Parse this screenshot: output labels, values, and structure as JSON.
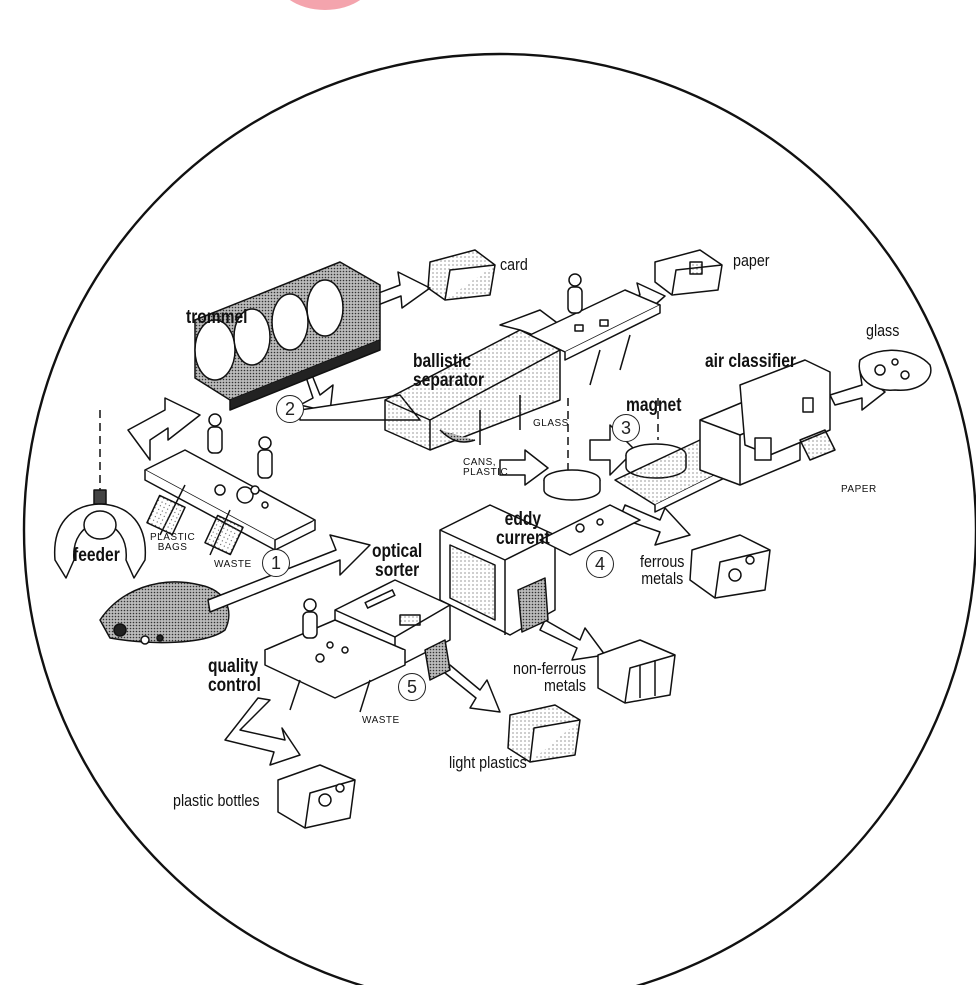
{
  "colors": {
    "ink": "#111111",
    "paper": "#ffffff",
    "top_accent": "#f4a4ad"
  },
  "labels": {
    "trommel": "trommel",
    "card": "card",
    "paper": "paper",
    "ballistic_separator": "ballistic\nseparator",
    "glass": "glass",
    "air_classifier": "air classifier",
    "magnet": "magnet",
    "feeder": "feeder",
    "eddy_current": "eddy\ncurrent",
    "optical_sorter": "optical\nsorter",
    "ferrous_metals": "ferrous\nmetals",
    "non_ferrous_metals": "non-ferrous\nmetals",
    "quality_control": "quality\ncontrol",
    "light_plastics": "light plastics",
    "plastic_bottles": "plastic bottles"
  },
  "small_labels": {
    "plastic_bags": "PLASTIC\nBAGS",
    "waste_1": "WASTE",
    "glass_small": "GLASS",
    "cans_plastic": "CANS,\nPLASTIC",
    "paper_small": "PAPER",
    "waste_2": "WASTE"
  },
  "steps": [
    "1",
    "2",
    "3",
    "4",
    "5"
  ],
  "icons": {
    "feeder_grab": "grab-claw-icon",
    "conveyor": "conveyor-belt-icon",
    "bale": "bale-icon",
    "worker": "worker-icon",
    "flow_arrow": "flow-arrow-icon"
  }
}
